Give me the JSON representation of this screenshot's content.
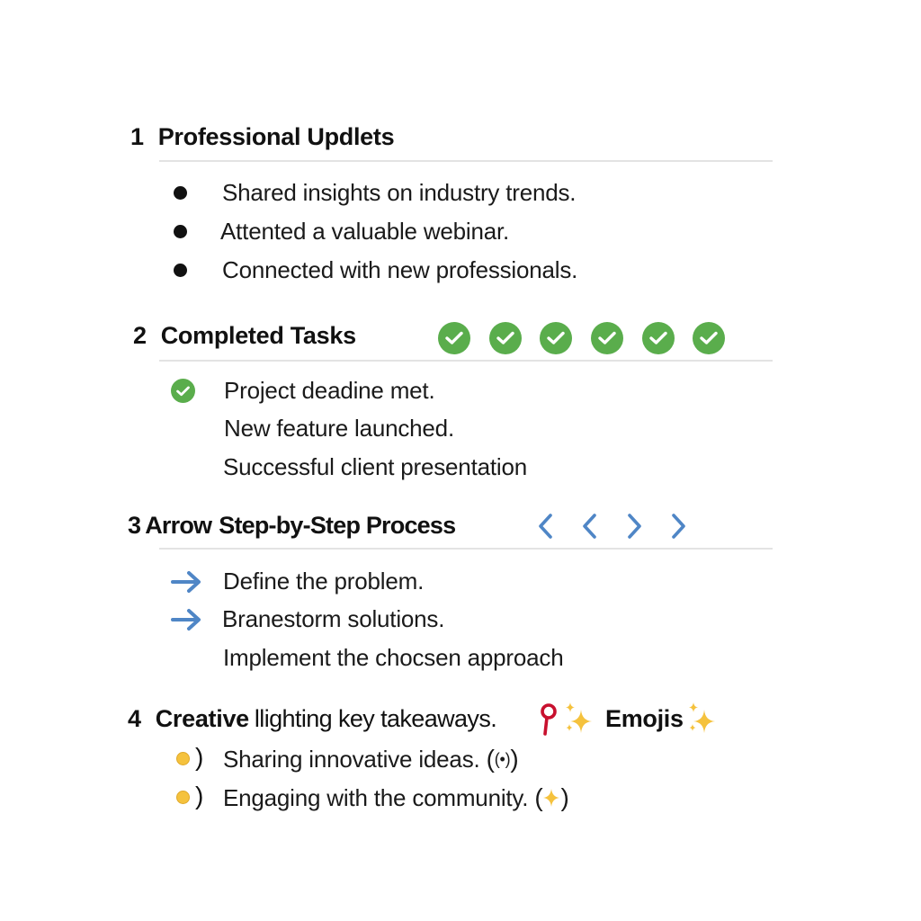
{
  "colors": {
    "text": "#111111",
    "divider": "#e3e3e3",
    "check_green": "#5aad4c",
    "arrow_blue": "#4f86c6",
    "pin_red": "#c8102e",
    "sparkle_yellow": "#f5c23d"
  },
  "sections": [
    {
      "number": "1",
      "title": "Professional Updlets",
      "bullet_icon": "bullet-dot",
      "items": [
        "Shared insights on industry trends.",
        "Attented a valuable webinar.",
        "Connected with new professionals."
      ]
    },
    {
      "number": "2",
      "title": "Completed Tasks",
      "header_icons": [
        "check-circle-icon",
        "check-circle-icon",
        "check-circle-icon",
        "check-circle-icon",
        "check-circle-icon",
        "check-circle-icon"
      ],
      "items": [
        "Project deadine met.",
        "New feature launched.",
        "Successful client presentation"
      ],
      "item_icons": [
        "check-circle-icon",
        "",
        ""
      ]
    },
    {
      "number": "3",
      "title_light": "Arrow",
      "title": "Step-by-Step Process",
      "header_icons": [
        "chevron-left-icon",
        "chevron-left-icon",
        "chevron-right-icon",
        "chevron-right-icon"
      ],
      "items": [
        "Define the problem.",
        "Branestorm solutions.",
        "Implement the chocsen approach"
      ],
      "item_icons": [
        "arrow-right-icon",
        "arrow-right-icon",
        ""
      ]
    },
    {
      "number": "4",
      "title": "Creative",
      "title_rest": "llighting key takeaways.",
      "emoji_label": "Emojis",
      "header_icons": [
        "pin-icon",
        "sparkles-icon",
        "sparkles-icon"
      ],
      "items": [
        {
          "text": "Sharing innovative ideas.",
          "suffix_open": "(",
          "suffix_close": ")",
          "suffix_icon": "signal-icon"
        },
        {
          "text": "Engaging with the community.",
          "suffix_open": "(",
          "suffix_close": ")",
          "suffix_icon": "sparkle-icon"
        }
      ],
      "item_prefix": ")"
    }
  ]
}
